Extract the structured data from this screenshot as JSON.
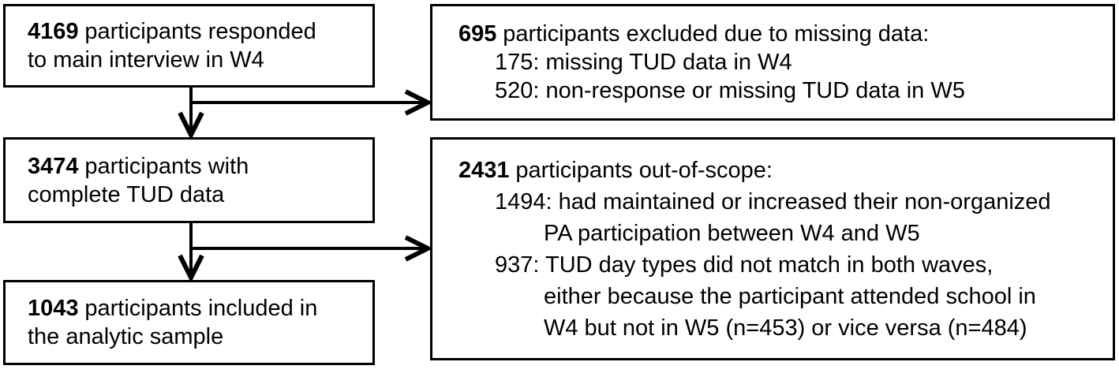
{
  "diagram": {
    "background_color": "#ffffff",
    "line_color": "#000000",
    "left_boxes": [
      {
        "number": "4169",
        "line1": "participants responded",
        "line2": "to main interview in W4"
      },
      {
        "number": "3474",
        "line1": "participants with",
        "line2": "complete TUD data"
      },
      {
        "number": "1043",
        "line1": "participants included in",
        "line2": "the analytic sample"
      }
    ],
    "right_boxes": [
      {
        "number": "695",
        "title": "participants excluded due to missing data:",
        "lines": [
          {
            "indent": 1,
            "text": "175: missing TUD data in W4"
          },
          {
            "indent": 1,
            "text": "520: non-response or missing TUD data in W5"
          }
        ]
      },
      {
        "number": "2431",
        "title": "participants out-of-scope:",
        "lines": [
          {
            "indent": 1,
            "text": "1494: had maintained or increased their non-organized"
          },
          {
            "indent": 2,
            "text": "PA participation between W4 and W5"
          },
          {
            "indent": 1,
            "text": "937: TUD day types did not match in both waves,"
          },
          {
            "indent": 2,
            "text": "either because the participant attended school in"
          },
          {
            "indent": 2,
            "text": "W4 but not in W5 (n=453) or vice versa (n=484)"
          }
        ]
      }
    ]
  }
}
